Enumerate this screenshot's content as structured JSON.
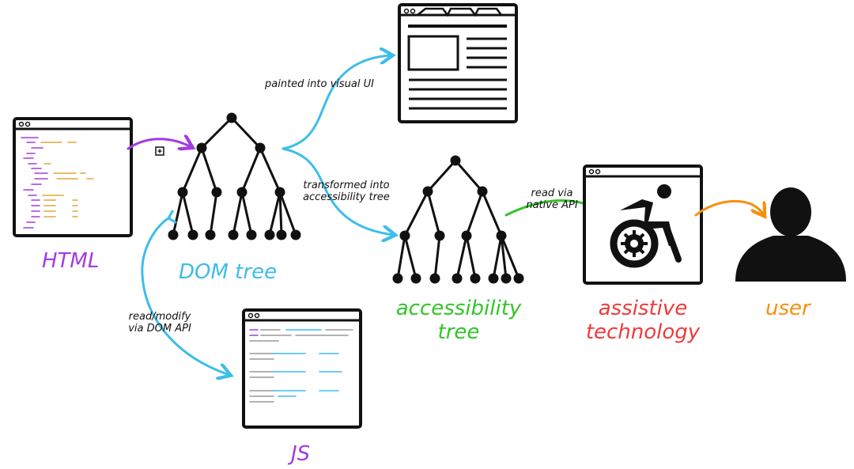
{
  "labels": {
    "html": "HTML",
    "dom_tree": "DOM tree",
    "js": "JS",
    "accessibility_tree": [
      "accessibility",
      "tree"
    ],
    "assistive_technology": [
      "assistive",
      "technology"
    ],
    "user": "user"
  },
  "arrows": {
    "painted": "painted into visual UI",
    "transformed": [
      "transformed into",
      "accessibility tree"
    ],
    "read_via_api": [
      "read via",
      "native API"
    ],
    "read_modify": [
      "read/modify",
      "via DOM API"
    ]
  },
  "colors": {
    "html": "#a43be3",
    "dom": "#3dbde9",
    "a11y": "#33c42a",
    "at": "#f03a3a",
    "user": "#f7900f",
    "ink": "#111111"
  },
  "icons": {
    "html_window": "code-window-icon",
    "visual_ui": "browser-window-icon",
    "at_window": "wheelchair-icon",
    "user": "person-icon",
    "js_window": "code-window-icon",
    "expand": "plus-box-icon"
  }
}
